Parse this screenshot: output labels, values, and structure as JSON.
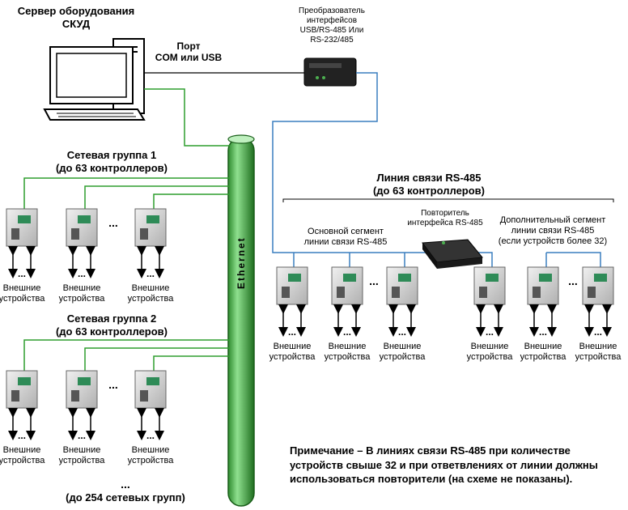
{
  "server": {
    "title_line1": "Сервер оборудования",
    "title_line2": "СКУД"
  },
  "port": {
    "line1": "Порт",
    "line2": "COM или USB"
  },
  "converter": {
    "line1": "Преобразователь",
    "line2": "интерфейсов",
    "line3": "USB/RS-485 Или",
    "line4": "RS-232/485"
  },
  "ethernet": {
    "label": "Ethernet"
  },
  "group1": {
    "line1": "Сетевая группа 1",
    "line2": "(до 63 контроллеров)"
  },
  "group2": {
    "line1": "Сетевая группа 2",
    "line2": "(до 63 контроллеров)"
  },
  "more_groups": {
    "dots": "...",
    "label": "(до 254 сетевых групп)"
  },
  "rs485": {
    "line1": "Линия связи RS-485",
    "line2": "(до 63 контроллеров)"
  },
  "main_segment": {
    "line1": "Основной сегмент",
    "line2": "линии связи RS-485"
  },
  "repeater": {
    "line1": "Повторитель",
    "line2": "интерфейса RS-485"
  },
  "extra_segment": {
    "line1": "Дополнительный сегмент",
    "line2": "линии связи RS-485",
    "line3": "(если устройств более 32)"
  },
  "external_devices": {
    "line1": "Внешние",
    "line2": "устройства"
  },
  "dots": "...",
  "note": "Примечание – В линиях связи RS-485 при количестве устройств свыше 32 и при ответвлениях от линии должны использоваться повторители (на схеме не показаны).",
  "colors": {
    "ethernet_green": "#2e9e2e",
    "rs485_blue": "#3a7fbf",
    "device_gray": "#c8c8c8"
  }
}
